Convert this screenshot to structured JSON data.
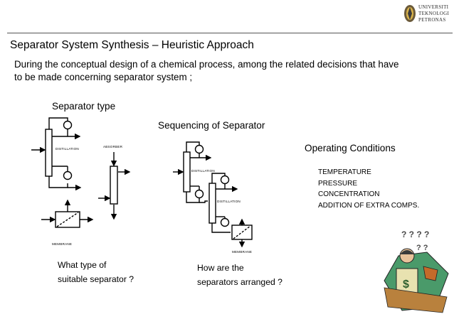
{
  "header": {
    "logo_lines": [
      "UNIVERSITI",
      "TEKNOLOGI",
      "PETRONAS"
    ],
    "title": "Separator System Synthesis – Heuristic Approach"
  },
  "intro": {
    "line1": "During the conceptual design of a chemical process, among the related decisions that have",
    "line2": "to be made concerning separator system ;"
  },
  "separator_type": {
    "heading": "Separator type",
    "labels": {
      "distillation": "DISTILLATION",
      "absorber": "ABSORBER",
      "membrane": "MEMBRANE"
    },
    "question_line1": "What type of",
    "question_line2": "suitable separator ?"
  },
  "sequencing": {
    "heading": "Sequencing of Separator",
    "labels": {
      "distillation_1": "DISTILLATION",
      "distillation_2": "DISTILLATION",
      "membrane": "MEMBRANE"
    },
    "question_line1": "How  are the",
    "question_line2": "separators arranged ?"
  },
  "operating_conditions": {
    "heading": "Operating Conditions",
    "items": [
      "TEMPERATURE",
      "PRESSURE",
      "CONCENTRATION",
      "ADDITION OF EXTRA COMPS."
    ]
  },
  "clipart": {
    "question_marks": "? ? ? ? ? ?",
    "money_symbol": "$"
  }
}
